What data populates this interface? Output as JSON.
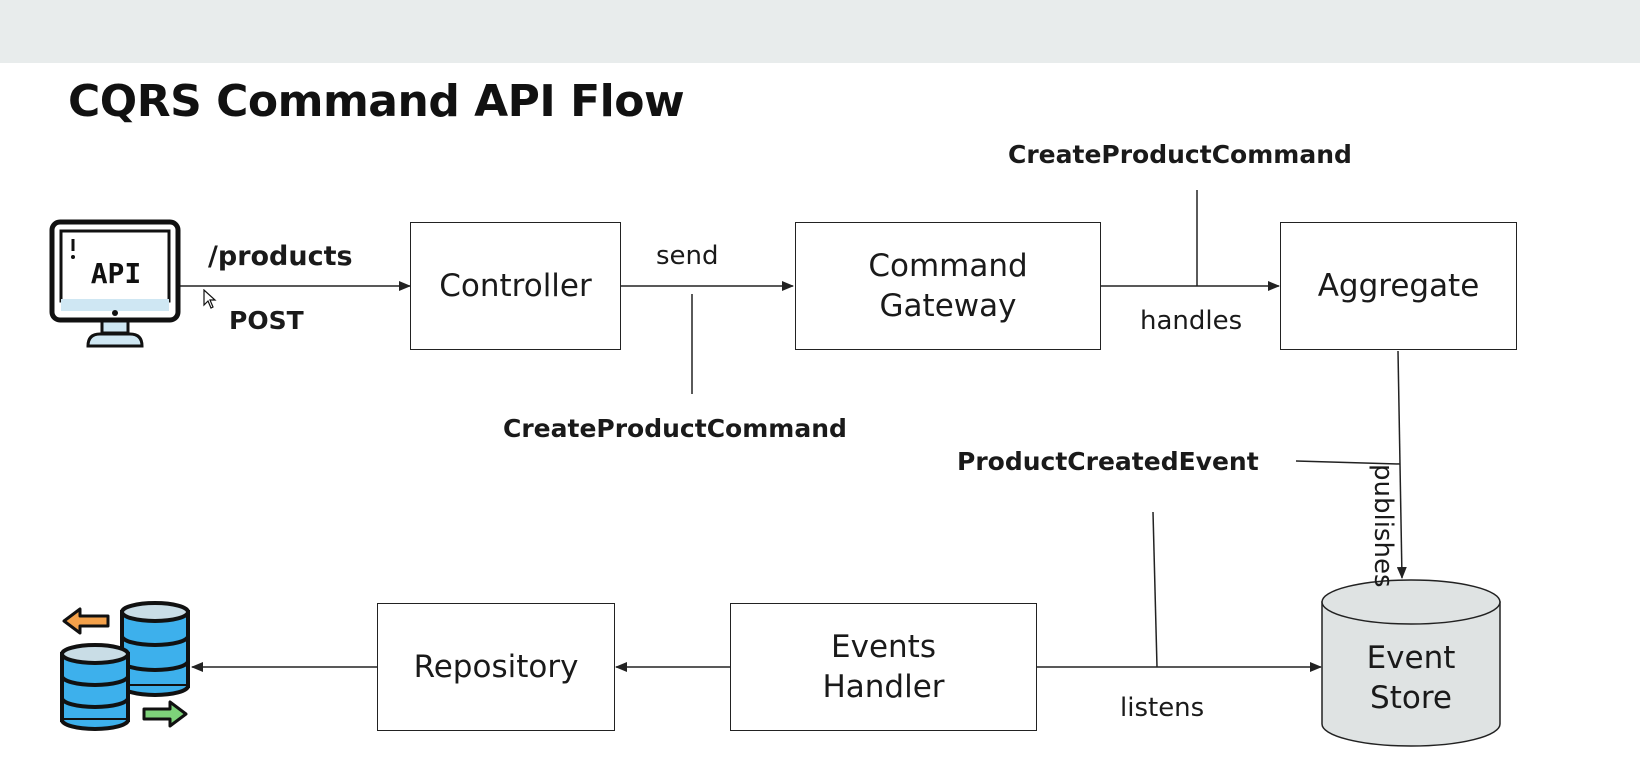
{
  "title": "CQRS Command API Flow",
  "client": {
    "icon": "monitor-api-icon",
    "screen_text": "API",
    "endpoint": "/products",
    "method": "POST"
  },
  "nodes": {
    "controller": "Controller",
    "command_gateway": {
      "line1": "Command",
      "line2": "Gateway"
    },
    "aggregate": "Aggregate",
    "event_store": {
      "line1": "Event",
      "line2": "Store"
    },
    "events_handler": {
      "line1": "Events",
      "line2": "Handler"
    },
    "repository": "Repository"
  },
  "edges": {
    "send": "send",
    "handles": "handles",
    "publishes": "publishes",
    "listens": "listens"
  },
  "messages": {
    "command_to_gateway": "CreateProductCommand",
    "command_to_aggregate": "CreateProductCommand",
    "event": "ProductCreatedEvent"
  },
  "database_icon": "database-sync-icon",
  "colors": {
    "topbar": "#e8ecec",
    "db_blue": "#3db0ec",
    "db_light": "#c9dde6",
    "arrow_orange": "#f4a14a",
    "arrow_green": "#7ed37a",
    "cylinder": "#dfe3e3"
  }
}
